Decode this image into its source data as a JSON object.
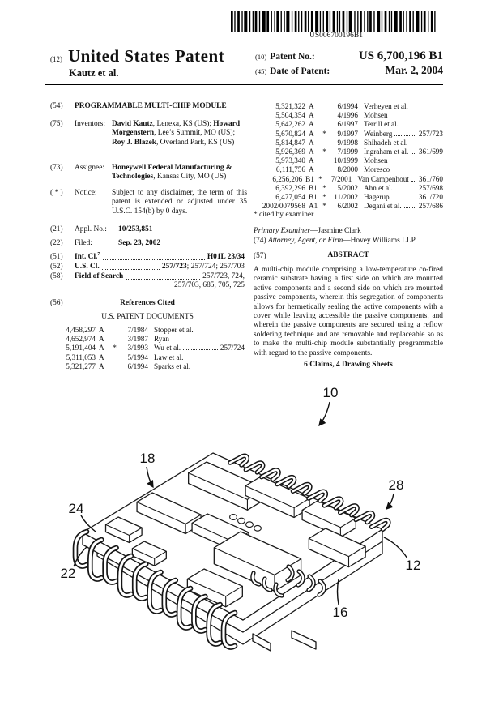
{
  "barcode": {
    "text": "US006700196B1"
  },
  "header": {
    "kind_code": "(12)",
    "doc_type": "United States Patent",
    "inventor_short": "Kautz et al.",
    "patent_no_code": "(10)",
    "patent_no_label": "Patent No.:",
    "patent_no": "US 6,700,196 B1",
    "date_code": "(45)",
    "date_label": "Date of Patent:",
    "date": "Mar. 2, 2004"
  },
  "left": {
    "title": {
      "code": "(54)",
      "text": "PROGRAMMABLE MULTI-CHIP MODULE"
    },
    "inventors": {
      "code": "(75)",
      "label": "Inventors:",
      "segments": [
        {
          "t": "David Kautz",
          "b": true
        },
        {
          "t": ", Lenexa, KS (US); "
        },
        {
          "t": "Howard Morgenstern",
          "b": true
        },
        {
          "t": ", Lee’s Summit, MO (US); "
        },
        {
          "t": "Roy J. Blazek",
          "b": true
        },
        {
          "t": ", Overland Park, KS (US)"
        }
      ]
    },
    "assignee": {
      "code": "(73)",
      "label": "Assignee:",
      "segments": [
        {
          "t": "Honeywell Federal Manufacturing & Technologies",
          "b": true
        },
        {
          "t": ", Kansas City, MO (US)"
        }
      ]
    },
    "notice": {
      "code": "( * )",
      "label": "Notice:",
      "text": "Subject to any disclaimer, the term of this patent is extended or adjusted under 35 U.S.C. 154(b) by 0 days."
    },
    "appl_no": {
      "code": "(21)",
      "label": "Appl. No.:",
      "value": "10/253,851"
    },
    "filed": {
      "code": "(22)",
      "label": "Filed:",
      "value": "Sep. 23, 2002"
    },
    "int_cl": {
      "code": "(51)",
      "label_segments": [
        {
          "t": "Int. Cl.",
          "b": true
        },
        {
          "t": "7",
          "b": true,
          "sup": true
        }
      ],
      "value": "H01L 23/34"
    },
    "us_cl": {
      "code": "(52)",
      "label_segments": [
        {
          "t": "U.S. Cl.",
          "b": true
        }
      ],
      "value_segments": [
        {
          "t": "257/723",
          "b": true
        },
        {
          "t": "; 257/724; 257/703"
        }
      ]
    },
    "field_of_search": {
      "code": "(58)",
      "label_segments": [
        {
          "t": "Field of Search",
          "b": true
        }
      ],
      "value_line1": "257/723, 724,",
      "value_line2": "257/703, 685, 705, 725"
    },
    "references_cited": {
      "code": "(56)",
      "heading": "References Cited"
    },
    "uspd_heading": "U.S. PATENT DOCUMENTS",
    "references": [
      {
        "number": "4,458,297",
        "kind": "A",
        "star": "",
        "date": "7/1984",
        "name": "Stopper et al.",
        "cls": ""
      },
      {
        "number": "4,652,974",
        "kind": "A",
        "star": "",
        "date": "3/1987",
        "name": "Ryan",
        "cls": ""
      },
      {
        "number": "5,191,404",
        "kind": "A",
        "star": "*",
        "date": "3/1993",
        "name": "Wu et al.",
        "cls": "257/724"
      },
      {
        "number": "5,311,053",
        "kind": "A",
        "star": "",
        "date": "5/1994",
        "name": "Law et al.",
        "cls": ""
      },
      {
        "number": "5,321,277",
        "kind": "A",
        "star": "",
        "date": "6/1994",
        "name": "Sparks et al.",
        "cls": ""
      }
    ]
  },
  "right": {
    "references": [
      {
        "number": "5,321,322",
        "kind": "A",
        "star": "",
        "date": "6/1994",
        "name": "Verheyen et al.",
        "cls": ""
      },
      {
        "number": "5,504,354",
        "kind": "A",
        "star": "",
        "date": "4/1996",
        "name": "Mohsen",
        "cls": ""
      },
      {
        "number": "5,642,262",
        "kind": "A",
        "star": "",
        "date": "6/1997",
        "name": "Terrill et al.",
        "cls": ""
      },
      {
        "number": "5,670,824",
        "kind": "A",
        "star": "*",
        "date": "9/1997",
        "name": "Weinberg",
        "cls": "257/723"
      },
      {
        "number": "5,814,847",
        "kind": "A",
        "star": "",
        "date": "9/1998",
        "name": "Shihadeh et al.",
        "cls": ""
      },
      {
        "number": "5,926,369",
        "kind": "A",
        "star": "*",
        "date": "7/1999",
        "name": "Ingraham et al.",
        "cls": "361/699"
      },
      {
        "number": "5,973,340",
        "kind": "A",
        "star": "",
        "date": "10/1999",
        "name": "Mohsen",
        "cls": ""
      },
      {
        "number": "6,111,756",
        "kind": "A",
        "star": "",
        "date": "8/2000",
        "name": "Moresco",
        "cls": ""
      },
      {
        "number": "6,256,206",
        "kind": "B1",
        "star": "*",
        "date": "7/2001",
        "name": "Van Campenhout",
        "cls": "361/760"
      },
      {
        "number": "6,392,296",
        "kind": "B1",
        "star": "*",
        "date": "5/2002",
        "name": "Ahn et al.",
        "cls": "257/698"
      },
      {
        "number": "6,477,054",
        "kind": "B1",
        "star": "*",
        "date": "11/2002",
        "name": "Hagerup",
        "cls": "361/720"
      },
      {
        "number": "2002/0079568",
        "kind": "A1",
        "star": "*",
        "date": "6/2002",
        "name": "Degani et al.",
        "cls": "257/686"
      }
    ],
    "cited_note": "* cited by examiner",
    "examiner_segments": [
      {
        "t": "Primary Examiner",
        "i": true
      },
      {
        "t": "—Jasmine Clark"
      }
    ],
    "attorney_segments": [
      {
        "t": "(74) "
      },
      {
        "t": "Attorney, Agent, or Firm",
        "i": true
      },
      {
        "t": "—Hovey Williams LLP"
      }
    ],
    "abstract": {
      "code": "(57)",
      "heading": "ABSTRACT",
      "text": "A multi-chip module comprising a low-temperature co-fired ceramic substrate having a first side on which are mounted active components and a second side on which are mounted passive components, wherein this segregation of components allows for hermetically sealing the active components with a cover while leaving accessible the passive components, and wherein the passive components are secured using a reflow soldering technique and are removable and replaceable so as to make the multi-chip module substantially programmable with regard to the passive components."
    },
    "claims_line": "6 Claims, 4 Drawing Sheets"
  },
  "figure": {
    "labels": {
      "l10": "10",
      "l18": "18",
      "l28": "28",
      "l24": "24",
      "l22": "22",
      "l12": "12",
      "l16": "16"
    }
  }
}
